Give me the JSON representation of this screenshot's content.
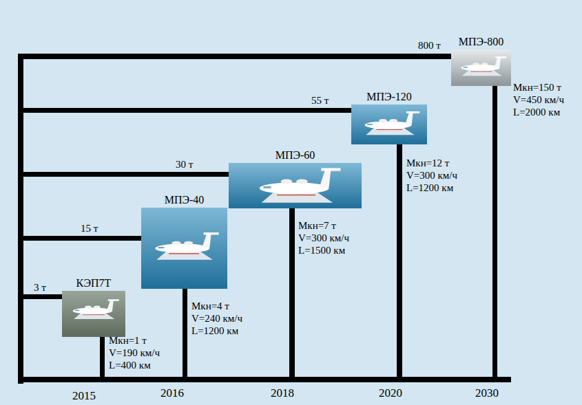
{
  "diagram": {
    "nodes": [
      {
        "text": [
          "КЭП7Т"
        ]
      },
      {
        "text": [
          "МПЭ-40"
        ]
      },
      {
        "text": [
          "МПЭ-60"
        ]
      },
      {
        "text": [
          "МПЭ-120"
        ]
      },
      {
        "text": [
          "МПЭ-800"
        ]
      }
    ],
    "labels": [
      "800 т",
      "55 т",
      "30 т",
      "15 т",
      "3 т",
      "Мкн=1 т",
      "V=190 км/ч",
      "L=400 км",
      "Мкн=4 т",
      "V=240 км/ч",
      "L=1200 км",
      "Мкн=7 т",
      "V=300 км/ч",
      "L=1500 км",
      "Мкн=12 т",
      "V=300 км/ч",
      "L=1200 км",
      "Мкн=150 т",
      "V=450 км/ч",
      "L=2000 км",
      "2015",
      "2016",
      "2018",
      "2020",
      "2030"
    ]
  }
}
